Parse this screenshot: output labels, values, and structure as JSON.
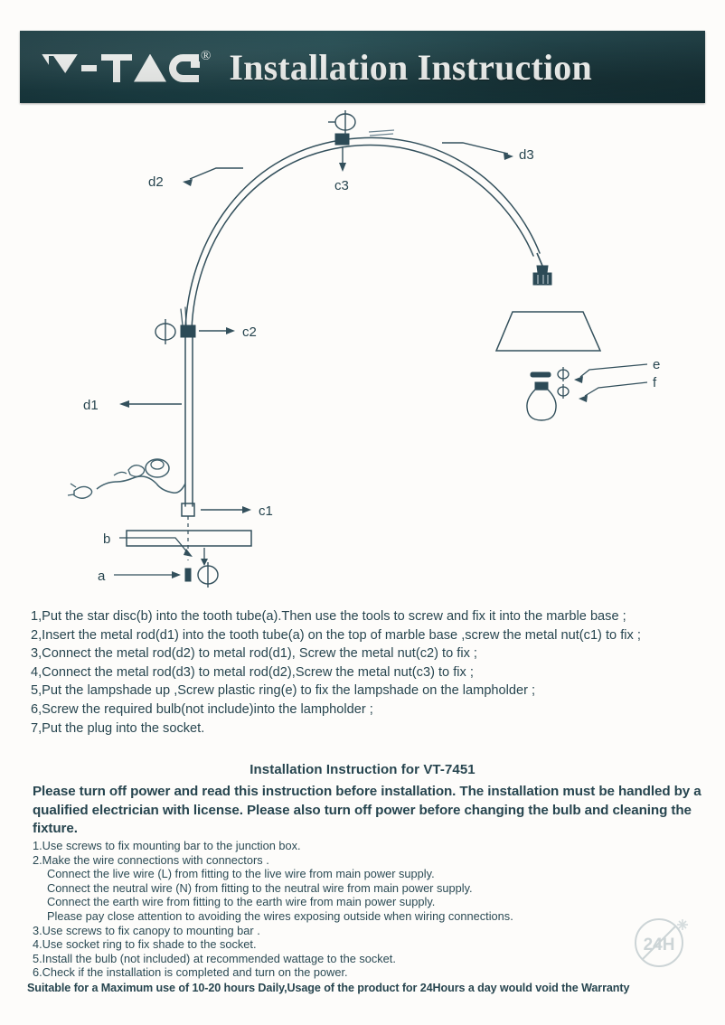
{
  "header": {
    "logo_text": "V-TAC",
    "logo_trademark": "®",
    "title": "Installation Instruction"
  },
  "diagram": {
    "labels": {
      "d1": "d1",
      "d2": "d2",
      "d3": "d3",
      "c1": "c1",
      "c2": "c2",
      "c3": "c3",
      "a": "a",
      "b": "b",
      "e": "e",
      "f": "f"
    },
    "parts": [
      {
        "key": "a",
        "name": "tooth-tube"
      },
      {
        "key": "b",
        "name": "star-disc-marble-base"
      },
      {
        "key": "c1",
        "name": "metal-nut-lower"
      },
      {
        "key": "c2",
        "name": "metal-nut-middle"
      },
      {
        "key": "c3",
        "name": "metal-nut-top"
      },
      {
        "key": "d1",
        "name": "metal-rod-vertical"
      },
      {
        "key": "d2",
        "name": "metal-rod-arc-lower"
      },
      {
        "key": "d3",
        "name": "metal-rod-arc-upper"
      },
      {
        "key": "e",
        "name": "plastic-ring"
      },
      {
        "key": "f",
        "name": "bulb"
      }
    ]
  },
  "steps": [
    "1,Put the star disc(b) into the tooth tube(a).Then use the tools to screw and fix it into the marble base ;",
    "2,Insert the metal rod(d1) into the tooth tube(a) on the top of marble base ,screw the metal nut(c1) to fix ;",
    "3,Connect the metal rod(d2) to metal rod(d1), Screw the metal nut(c2) to fix ;",
    "4,Connect the metal rod(d3) to metal rod(d2),Screw the metal nut(c3) to fix ;",
    "5,Put the lampshade up ,Screw plastic ring(e) to fix the lampshade on the lampholder ;",
    "6,Screw the required bulb(not include)into the lampholder ;",
    "7,Put the plug into the socket."
  ],
  "subtitle": "Installation Instruction for VT-7451",
  "model": "VT-7451",
  "warning": "Please turn off power and read this instruction before installation. The installation must be handled by a qualified electrician with license. Please also turn off power before changing the bulb and cleaning the fixture.",
  "wiring": [
    {
      "text": "1.Use screws to fix mounting bar to the junction box.",
      "indent": false
    },
    {
      "text": "2.Make the wire connections with connectors .",
      "indent": false
    },
    {
      "text": "Connect the live wire (L) from fitting to the live wire from main power supply.",
      "indent": true
    },
    {
      "text": "Connect the neutral wire (N) from fitting to the neutral wire from main power supply.",
      "indent": true
    },
    {
      "text": "Connect the earth wire  from fitting to the earth wire from main power supply.",
      "indent": true
    },
    {
      "text": "Please pay close attention to avoiding the wires exposing outside when wiring connections.",
      "indent": true
    },
    {
      "text": "3.Use screws  to fix canopy to mounting bar .",
      "indent": false
    },
    {
      "text": "4.Use socket ring  to fix shade  to the socket.",
      "indent": false
    },
    {
      "text": "5.Install the bulb (not included) at recommended wattage to the socket.",
      "indent": false
    },
    {
      "text": "6.Check if the installation is completed and turn on the power.",
      "indent": false
    }
  ],
  "badge": {
    "label": "24H",
    "meaning": "no-24-hour-use"
  },
  "footer": "Suitable  for a Maximum use of 10-20 hours Daily,Usage of the product for 24Hours a day would void the Warranty",
  "colors": {
    "header_bg": "#173b41",
    "ink": "#27454f",
    "paper": "#fdfcfa"
  }
}
